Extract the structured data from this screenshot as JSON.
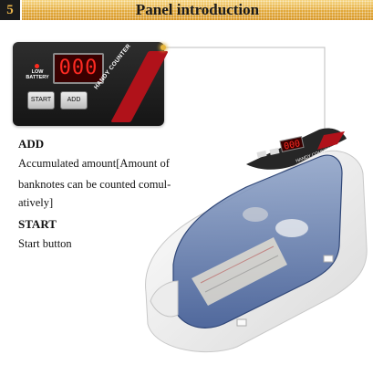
{
  "header": {
    "section_number": "5",
    "title": "Panel introduction"
  },
  "panel": {
    "low_battery_label": "LOW BATTERY",
    "display_value": "000",
    "start_button_label": "START",
    "add_button_label": "ADD",
    "brand_label": "HANDY COUNTER"
  },
  "machine": {
    "display_value": "000",
    "brand_label": "HANDY COUNTER"
  },
  "descriptions": {
    "add": {
      "title": "ADD",
      "lines": [
        "Accumulated amount[Amount of",
        "banknotes can be counted comul-",
        "atively]"
      ]
    },
    "start": {
      "title": "START",
      "text": "Start button"
    }
  },
  "colors": {
    "accent_gold": "#e2a93a",
    "panel_red": "#b0121a",
    "led_red": "#ff2a22"
  }
}
